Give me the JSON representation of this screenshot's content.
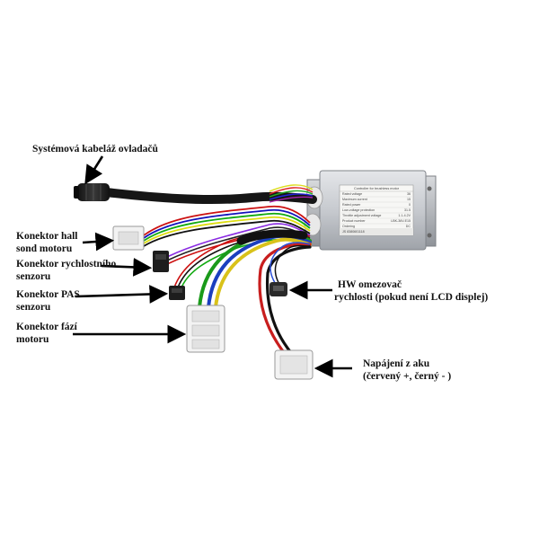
{
  "labels": {
    "harness": "Systémová kabeláž ovladačů",
    "hall_line1": "Konektor hall",
    "hall_line2": "sond motoru",
    "speed_line1": "Konektor rychlostního",
    "speed_line2": "senzoru",
    "pas_line1": "Konektor PAS",
    "pas_line2": "senzoru",
    "phase_line1": "Konektor fází",
    "phase_line2": "motoru",
    "limiter_line1": "HW omezovač",
    "limiter_line2": "rychlosti (pokud není LCD displej)",
    "battery_line1": "Napájení z aku",
    "battery_line2": "(červený +, černý - )"
  },
  "controller_sticker": {
    "title": "Controller for brushless motor",
    "rows": [
      {
        "k": "Rated voltage",
        "v": "36"
      },
      {
        "k": "Maximum current",
        "v": "15"
      },
      {
        "k": "Rated power",
        "v": "0"
      },
      {
        "k": "Low-voltage protection",
        "v": "31.5"
      },
      {
        "k": "Throttle adjustment voltage",
        "v": "1.1-4.2V"
      },
      {
        "k": "Product number",
        "v": "LBK-36V-E15"
      },
      {
        "k": "Ordering",
        "v": "DC"
      }
    ],
    "serial": "JS 8380601118"
  },
  "colors": {
    "arrow": "#000000",
    "housing": "#c9ccd0",
    "cable": "#1a1a1a",
    "connector": "#f2f2f2"
  }
}
